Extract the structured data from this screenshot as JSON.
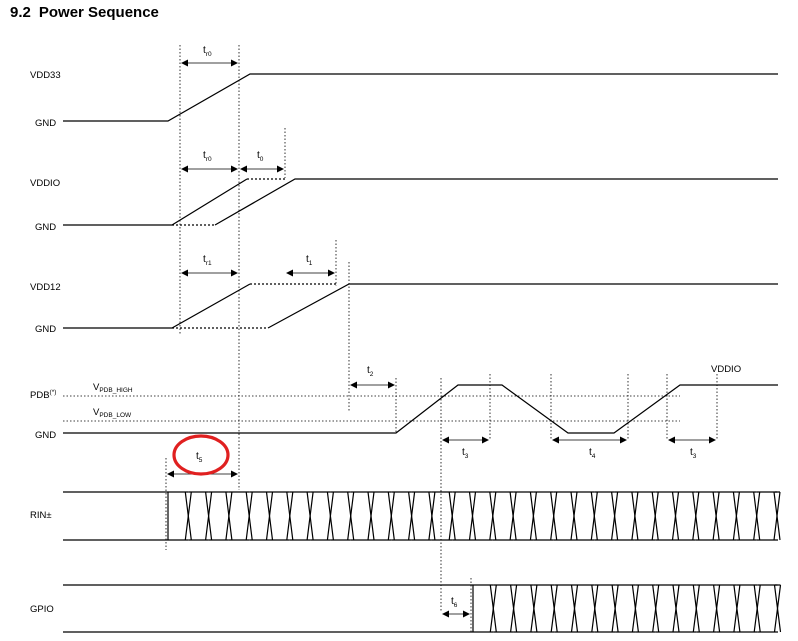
{
  "section": {
    "number": "9.2",
    "title": "Power Sequence"
  },
  "signals": {
    "vdd33": "VDD33",
    "vddio": "VDDIO",
    "vdd12": "VDD12",
    "pdb": "PDB",
    "pdb_mark": "(*)",
    "rin": "RIN±",
    "gpio": "GPIO",
    "gnd": "GND"
  },
  "thresholds": {
    "high_main": "V",
    "high_sub": "PDB_HIGH",
    "low_main": "V",
    "low_sub": "PDB_LOW",
    "pdb_level": "VDDIO"
  },
  "timings": {
    "tr0_main": "t",
    "tr0_sub": "r0",
    "t0_main": "t",
    "t0_sub": "0",
    "tr1_main": "t",
    "tr1_sub": "r1",
    "t1_main": "t",
    "t1_sub": "1",
    "t2_main": "t",
    "t2_sub": "2",
    "t3_main": "t",
    "t3_sub": "3",
    "t4_main": "t",
    "t4_sub": "4",
    "t5_main": "t",
    "t5_sub": "5",
    "t6_main": "t",
    "t6_sub": "6"
  },
  "colors": {
    "highlight": "#e02020"
  }
}
